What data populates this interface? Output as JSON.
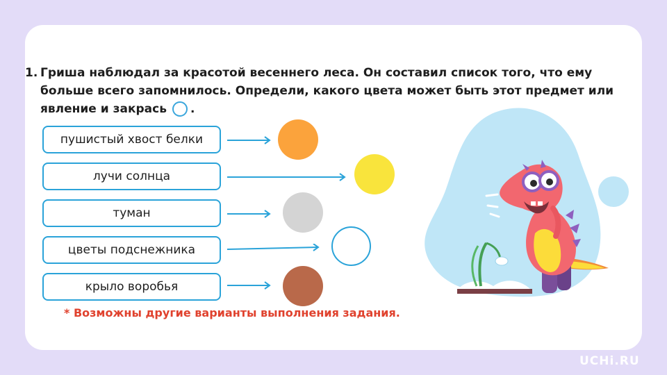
{
  "task": {
    "number": "1.",
    "text": "Гриша наблюдал за красотой весеннего леса. Он составил список того, что ему больше всего запомнилось. Определи, какого цвета может быть этот предмет или явление и закрась",
    "end": "."
  },
  "items": [
    {
      "label": "пушистый хвост белки",
      "color": "#fba33c"
    },
    {
      "label": "лучи солнца",
      "color": "#f9e43c"
    },
    {
      "label": "туман",
      "color": "#d4d4d4"
    },
    {
      "label": "цветы подснежника",
      "color": "#ffffff"
    },
    {
      "label": "крыло воробья",
      "color": "#b9694a"
    }
  ],
  "note": "* Возможны другие варианты выполнения задания.",
  "logo": "UCHi.RU",
  "colors": {
    "background": "#e3dcf8",
    "box_border": "#2aa3d9",
    "note_red": "#e0422e",
    "blob_blue": "#bfe6f7"
  },
  "illustration": "dinosaur-with-snowdrop"
}
